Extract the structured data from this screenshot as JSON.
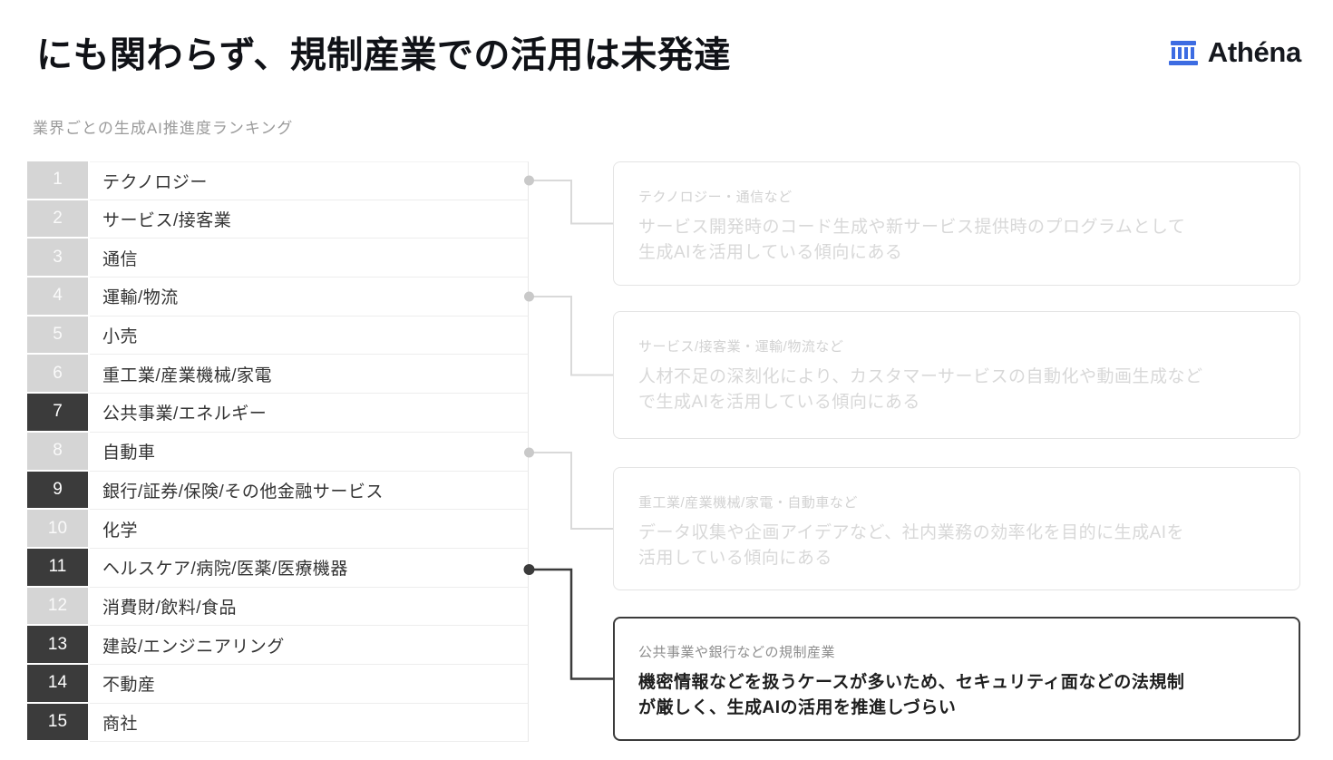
{
  "page": {
    "title": "にも関わらず、規制産業での活用は未発達"
  },
  "logo": {
    "text": "Athéna",
    "icon": "greek-column-icon",
    "icon_color": "#3D6CE2"
  },
  "ranking": {
    "caption": "業界ごとの生成AI推進度ランキング",
    "rows": [
      {
        "rank": "1",
        "label": "テクノロジー",
        "dark": false
      },
      {
        "rank": "2",
        "label": "サービス/接客業",
        "dark": false
      },
      {
        "rank": "3",
        "label": "通信",
        "dark": false
      },
      {
        "rank": "4",
        "label": "運輸/物流",
        "dark": false
      },
      {
        "rank": "5",
        "label": "小売",
        "dark": false
      },
      {
        "rank": "6",
        "label": "重工業/産業機械/家電",
        "dark": false
      },
      {
        "rank": "7",
        "label": "公共事業/エネルギー",
        "dark": true
      },
      {
        "rank": "8",
        "label": "自動車",
        "dark": false
      },
      {
        "rank": "9",
        "label": "銀行/証券/保険/その他金融サービス",
        "dark": true
      },
      {
        "rank": "10",
        "label": "化学",
        "dark": false
      },
      {
        "rank": "11",
        "label": "ヘルスケア/病院/医薬/医療機器",
        "dark": true
      },
      {
        "rank": "12",
        "label": "消費財/飲料/食品",
        "dark": false
      },
      {
        "rank": "13",
        "label": "建設/エンジニアリング",
        "dark": true
      },
      {
        "rank": "14",
        "label": "不動産",
        "dark": true
      },
      {
        "rank": "15",
        "label": "商社",
        "dark": true
      }
    ]
  },
  "callouts": [
    {
      "header": "テクノロジー・通信など",
      "body": "サービス開発時のコード生成や新サービス提供時のプログラムとして\n生成AIを活用している傾向にある",
      "active": false,
      "linked_rank": 1
    },
    {
      "header": "サービス/接客業・運輸/物流など",
      "body": "人材不足の深刻化により、カスタマーサービスの自動化や動画生成など\nで生成AIを活用している傾向にある",
      "active": false,
      "linked_rank": 4
    },
    {
      "header": "重工業/産業機械/家電・自動車など",
      "body": "データ収集や企画アイデアなど、社内業務の効率化を目的に生成AIを\n活用している傾向にある",
      "active": false,
      "linked_rank": 8
    },
    {
      "header": "公共事業や銀行などの規制産業",
      "body": "機密情報などを扱うケースが多いため、セキュリティ面などの法規制\nが厳しく、生成AIの活用を推進しづらい",
      "active": true,
      "linked_rank": 11
    }
  ],
  "colors": {
    "accent": "#3D6CE2",
    "dark": "#3B3B3B",
    "light-cell": "#D5D5D5",
    "gray-box-border": "#E4E4E4",
    "gray-box-header": "#D2D2D2",
    "gray-box-body": "#D8D8D8",
    "active-header": "#8E8E8E",
    "active-body": "#1E1E1E",
    "subtitle": "#9B9B9B",
    "dot-light": "#C9C9C9"
  }
}
